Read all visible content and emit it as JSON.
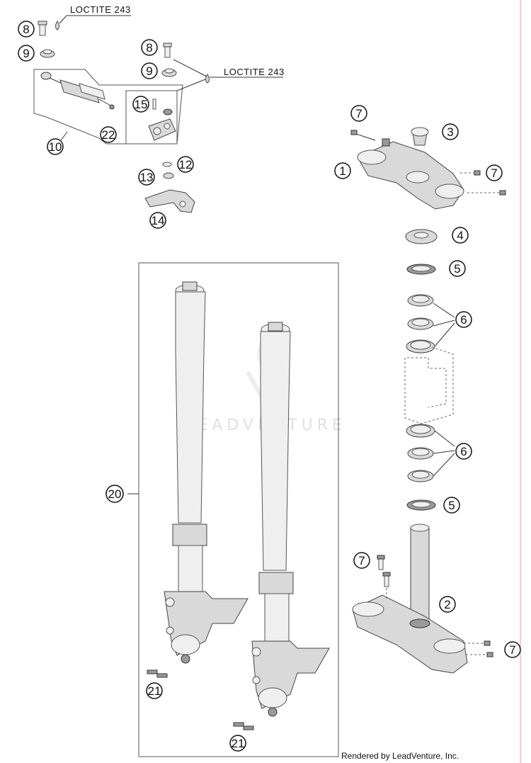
{
  "callouts": {
    "c1": "1",
    "c2": "2",
    "c3": "3",
    "c4": "4",
    "c5a": "5",
    "c5b": "5",
    "c6a": "6",
    "c6b": "6",
    "c7a": "7",
    "c7b": "7",
    "c7c": "7",
    "c7d": "7",
    "c8a": "8",
    "c8b": "8",
    "c9a": "9",
    "c9b": "9",
    "c10": "10",
    "c12": "12",
    "c13": "13",
    "c14": "14",
    "c15": "15",
    "c20": "20",
    "c21a": "21",
    "c21b": "21",
    "c22": "22"
  },
  "labels": {
    "loctite_top": "LOCTITE 243",
    "loctite_mid": "LOCTITE 243"
  },
  "watermark": "LEADVENTURE",
  "credit": "Rendered by LeadVenture, Inc."
}
